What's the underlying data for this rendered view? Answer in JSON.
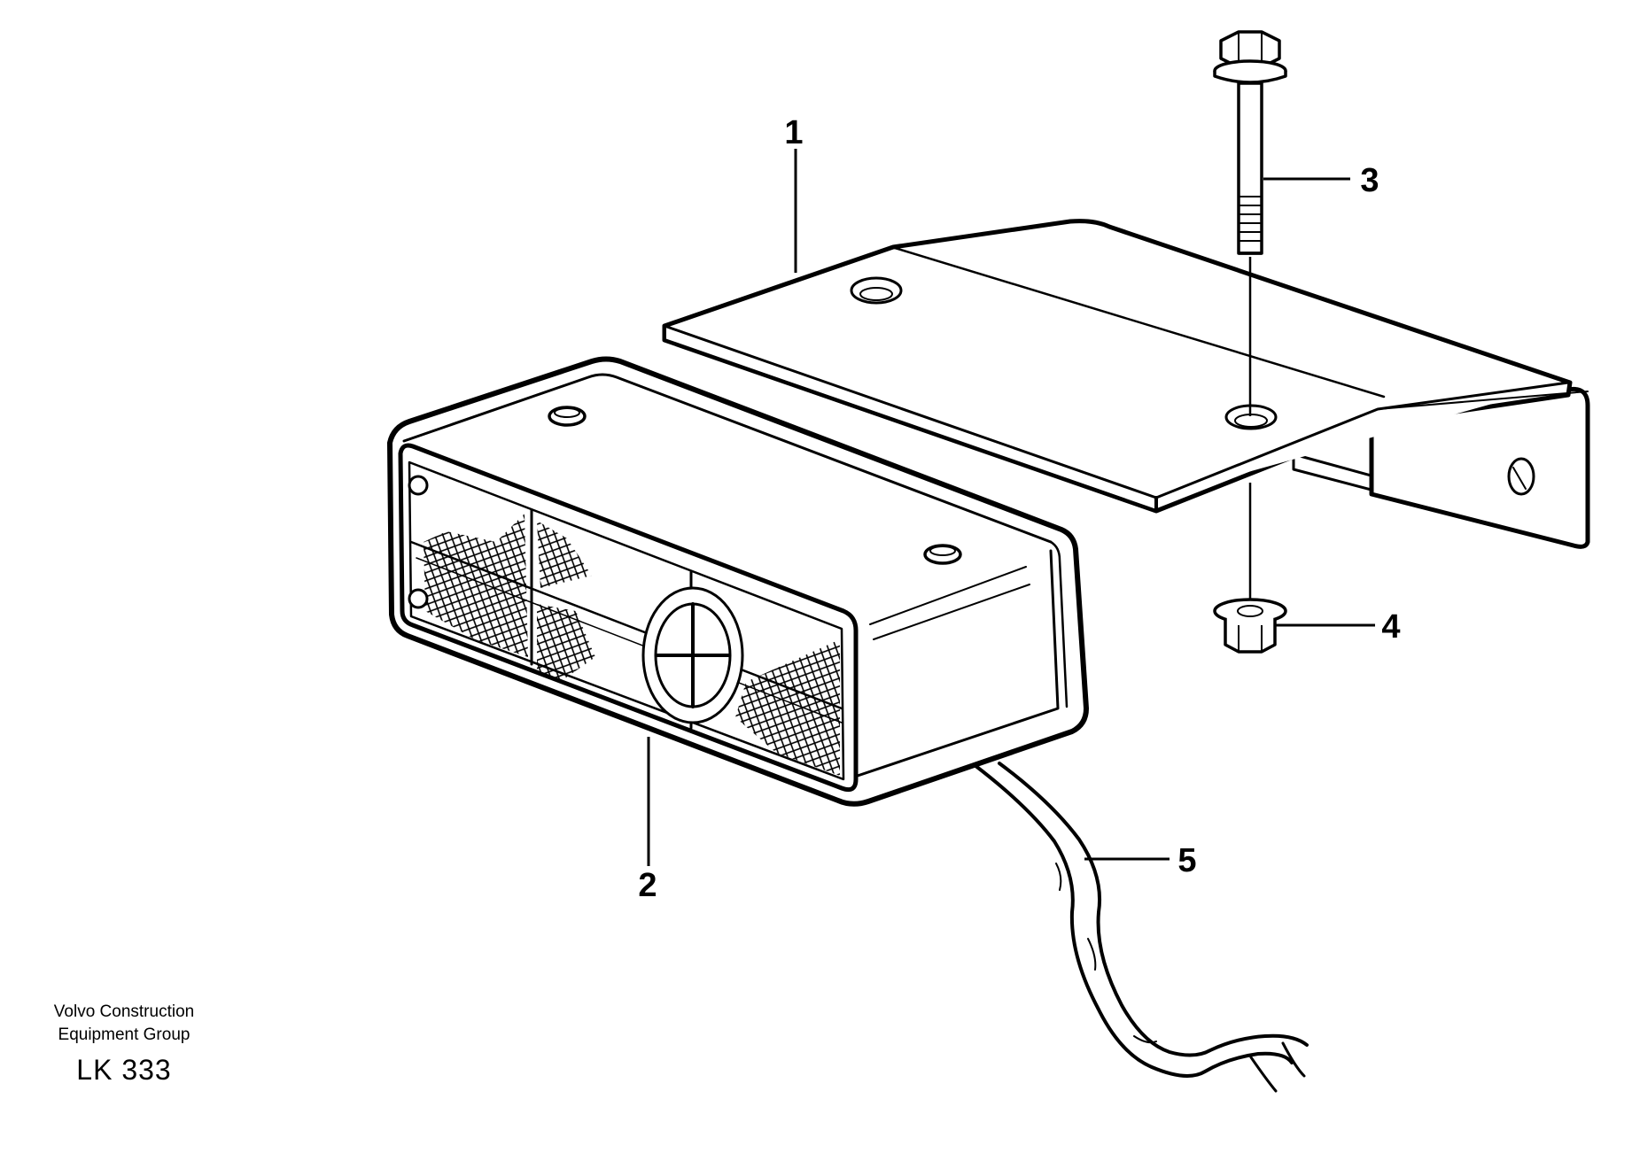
{
  "callouts": {
    "c1": "1",
    "c2": "2",
    "c3": "3",
    "c4": "4",
    "c5": "5"
  },
  "credit": {
    "line1": "Volvo Construction",
    "line2": "Equipment Group",
    "code": "LK 333"
  },
  "colors": {
    "ink": "#000000",
    "paper": "#ffffff"
  }
}
